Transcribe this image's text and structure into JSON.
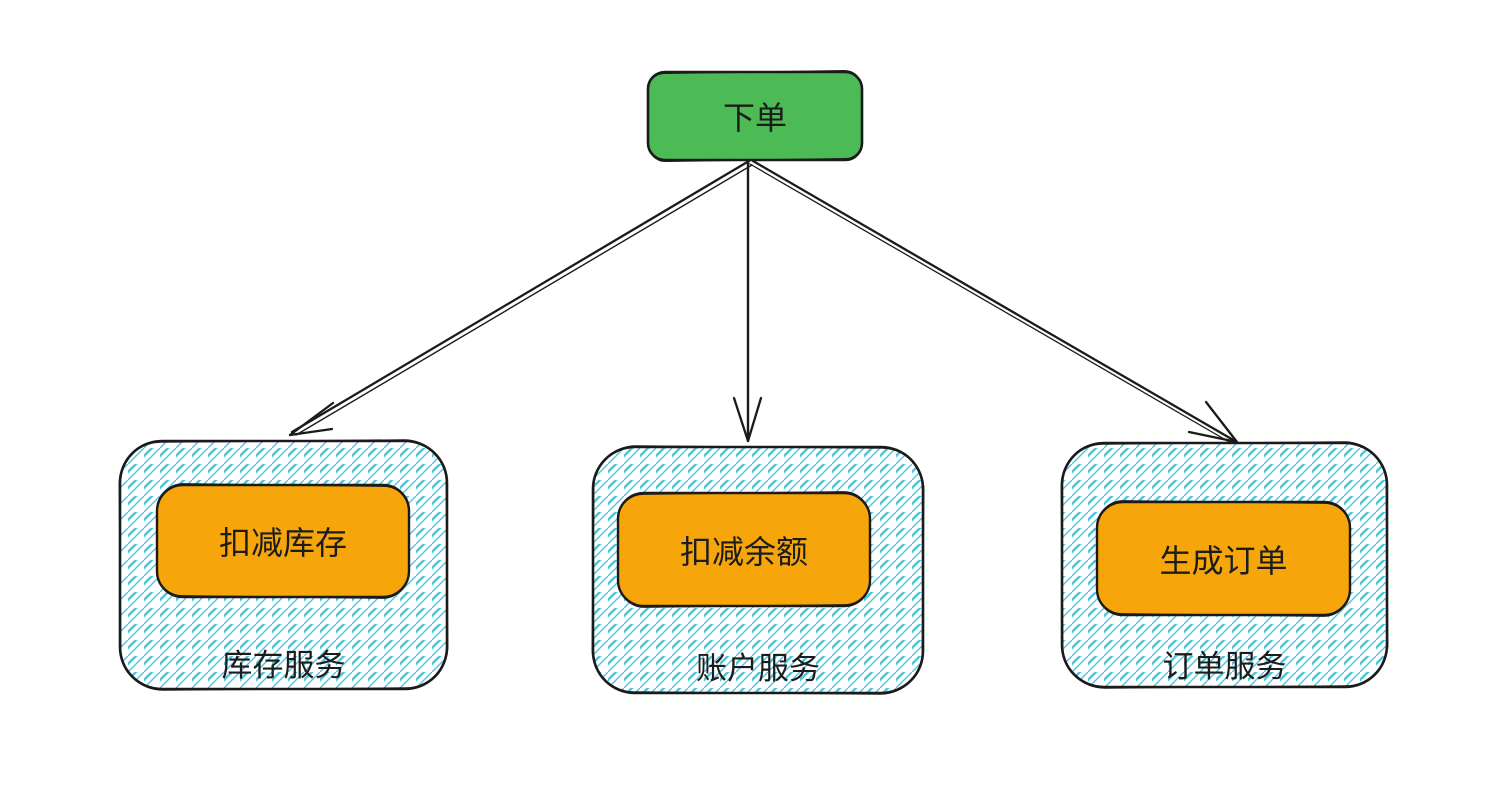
{
  "diagram": {
    "root": {
      "label": "下单"
    },
    "services": [
      {
        "action": "扣减库存",
        "name": "库存服务"
      },
      {
        "action": "扣减余额",
        "name": "账户服务"
      },
      {
        "action": "生成订单",
        "name": "订单服务"
      }
    ],
    "arrows": [
      {
        "from": "下单",
        "to": "库存服务"
      },
      {
        "from": "下单",
        "to": "账户服务"
      },
      {
        "from": "下单",
        "to": "订单服务"
      }
    ],
    "colors": {
      "root_fill": "#4cba55",
      "action_fill": "#f6a60a",
      "hatch": "#55c4d9",
      "stroke": "#1b1b1b",
      "text": "#1c1c1c",
      "background": "#ffffff"
    }
  }
}
